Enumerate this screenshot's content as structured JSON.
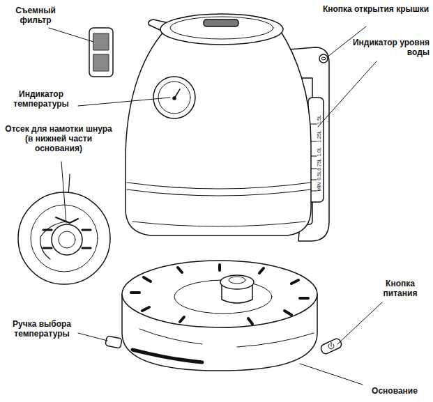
{
  "diagram": {
    "labels": [
      "Съемный фильтр",
      "Кнопка открытия крышки",
      "Индикатор уровня воды",
      "Индикатор температуры",
      "Отсек для намотки шнура (в нижней части основания)",
      "Кнопка питания",
      "Ручка выбора температуры",
      "Основание",
      "1.5L",
      "1.25L",
      "1.0L",
      "0.75L",
      "0.5L",
      "MIN"
    ]
  }
}
